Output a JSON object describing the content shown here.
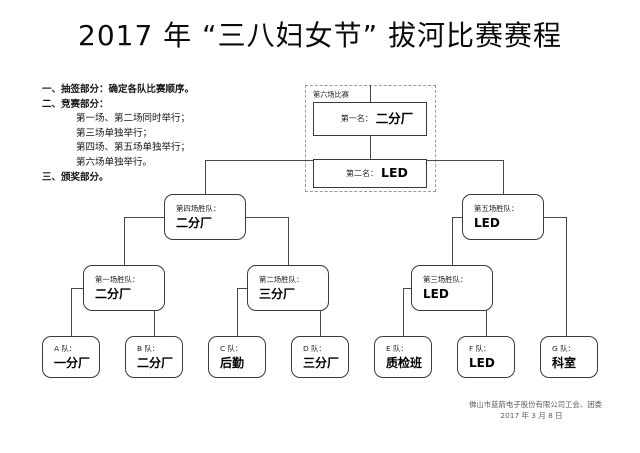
{
  "title": "2017 年 “三八妇女节” 拔河比赛赛程",
  "notes": [
    {
      "text": "一、抽签部分：确定各队比赛顺序。",
      "style": "head"
    },
    {
      "text": "二、竞赛部分：",
      "style": "head"
    },
    {
      "text": "第一场、第二场同时举行；",
      "style": "sub"
    },
    {
      "text": "第三场单独举行；",
      "style": "sub"
    },
    {
      "text": "第四场、第五场单独举行；",
      "style": "sub"
    },
    {
      "text": "第六场单独举行。",
      "style": "sub"
    },
    {
      "text": "三、颁奖部分。",
      "style": "head"
    }
  ],
  "final_group": {
    "caption": "第六场比赛",
    "first": {
      "label": "第一名：",
      "value": "二分厂"
    },
    "second": {
      "label": "第二名：",
      "value": "LED"
    }
  },
  "semifinals": [
    {
      "label": "第四场胜队：",
      "value": "二分厂"
    },
    {
      "label": "第五场胜队：",
      "value": "LED"
    }
  ],
  "quarterfinals": [
    {
      "label": "第一场胜队：",
      "value": "二分厂"
    },
    {
      "label": "第二场胜队：",
      "value": "三分厂"
    },
    {
      "label": "第三场胜队：",
      "value": "LED"
    }
  ],
  "teams": [
    {
      "label": "A 队：",
      "value": "一分厂"
    },
    {
      "label": "B 队：",
      "value": "二分厂"
    },
    {
      "label": "C 队：",
      "value": "后勤"
    },
    {
      "label": "D 队：",
      "value": "三分厂"
    },
    {
      "label": "E 队：",
      "value": "质检班"
    },
    {
      "label": "F 队：",
      "value": "LED"
    },
    {
      "label": "G 队：",
      "value": "科室"
    }
  ],
  "footer": {
    "line1": "佛山市蓝箭电子股份有限公司工会、团委",
    "line2": "2017 年 3 月 8 日"
  },
  "colors": {
    "page_background": "#ffffff",
    "text": "#111111",
    "line": "#4a4a4a",
    "dashed_border": "#9a9a9a"
  }
}
